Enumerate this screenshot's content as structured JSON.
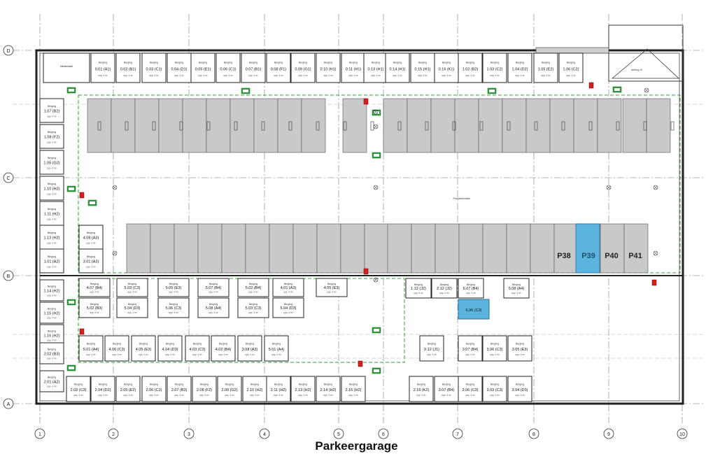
{
  "caption": "Parkeergarage",
  "grid": {
    "columns": [
      "1",
      "2",
      "3",
      "4",
      "5",
      "6",
      "7",
      "8",
      "9",
      "10"
    ],
    "rows": [
      "D",
      "C",
      "B",
      "A"
    ]
  },
  "parking_labels": [
    "P38",
    "P39",
    "P40",
    "P41"
  ],
  "highlight_color": "#5bb4e0",
  "storage": {
    "top_row": [
      "0.01 (A1)",
      "0.02 (B1)",
      "0.03 (C1)",
      "0.04 (D1)",
      "0.05 (E1)",
      "0.06 (C1)",
      "0.07 (B1)",
      "0.08 (F1)",
      "0.09 (G1)",
      "0.10 (H1)",
      "0.11 (H1)",
      "0.13 (H1)",
      "0.14 (H1)",
      "0.15 (H1)",
      "0.16 (K1)",
      "1.02 (B2)",
      "1.03 (C2)",
      "1.04 (D2)",
      "1.05 (E2)",
      "1.06 (C2)"
    ],
    "left_column": [
      "1.07 (B2)",
      "1.08 (F2)",
      "1.09 (G2)",
      "1.10 (H2)",
      "1.11 (H2)",
      "1.13 (H2)",
      "1.01 (A2)"
    ],
    "left_mid": [
      "4.08 (A3)",
      "3.01 (A3)"
    ],
    "left_lower": [
      "1.14 (H2)",
      "1.15 (H2)",
      "1.16 (H2)",
      "2.02 (B3)",
      "2.01 (A2)"
    ],
    "mid_upper": [
      "4.07 (B4)",
      "5.03 (C3)",
      "5.05 (E3)",
      "5.07 (B4)",
      "5.02 (B4)",
      "4.01 (A3)",
      "4.05 (E3)"
    ],
    "mid_upper2": [
      "5.02 (B3)",
      "5.04 (D3)",
      "5.06 (C3)",
      "5.08 (A4)",
      "5.03 (C3)",
      "5.04 (D3)"
    ],
    "mid_lower": [
      "5.01 (A4)",
      "4.06 (C3)",
      "4.05 (E3)",
      "4.04 (D3)",
      "4.03 (C3)",
      "4.02 (B4)",
      "3.08 (A3)",
      "5.01 (A4)"
    ],
    "bottom_row": [
      "2.03 (C3)",
      "2.04 (D2)",
      "2.05 (E2)",
      "2.06 (C2)",
      "2.07 (B3)",
      "2.08 (F2)",
      "2.09 (G2)",
      "2.10 (H2)",
      "2.11 (H2)",
      "2.13 (H2)",
      "2.14 (H2)",
      "2.15 (H2)",
      "2.16 (K2)",
      "3.07 (B4)",
      "3.06 (C3)",
      "3.03 (C3)",
      "3.04 (D3)"
    ],
    "right_upper": [
      "1.12 (J2)",
      "2.12 (J2)",
      "6.07 (B4)",
      "5.08 (A4)"
    ],
    "right_upper2": [
      "6.06 (C3)"
    ],
    "right_lower": [
      "0.12 (J1)",
      "3.07 (B4)",
      "3.06 (C3)",
      "3.05 (E3)"
    ]
  },
  "annotations": {
    "storage_title": "Berging",
    "storage_sub": "opp. 4 m²",
    "meter_room": "Meterkast",
    "ramp": "helling %",
    "parking_area": "Parkeerkelder"
  }
}
